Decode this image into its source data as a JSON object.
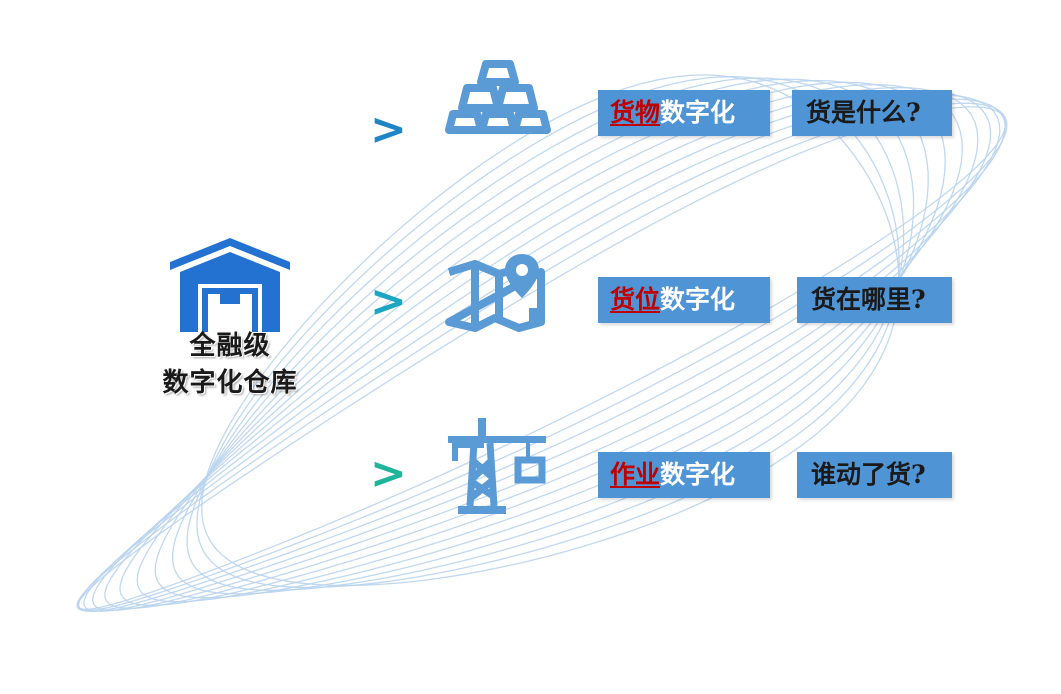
{
  "center": {
    "line1": "全融级",
    "line2": "数字化仓库",
    "icon": "warehouse-icon",
    "icon_color": "#2372d2"
  },
  "rows": [
    {
      "icon": "gold-bars-icon",
      "chevron": ">",
      "chevron_color": "#1f86c6",
      "tag_highlight": "货物",
      "tag_rest": "数字化",
      "question": "货是什么?"
    },
    {
      "icon": "map-pin-icon",
      "chevron": ">",
      "chevron_color": "#1ba6c4",
      "tag_highlight": "货位",
      "tag_rest": "数字化",
      "question": "货在哪里?"
    },
    {
      "icon": "crane-icon",
      "chevron": ">",
      "chevron_color": "#1fb59a",
      "tag_highlight": "作业",
      "tag_rest": "数字化",
      "question": "谁动了货?"
    }
  ],
  "colors": {
    "box_bg": "#4f94d4",
    "highlight_text": "#c00000",
    "icon_blue": "#5b9bd5",
    "wave_line": "#b9d4ee"
  }
}
